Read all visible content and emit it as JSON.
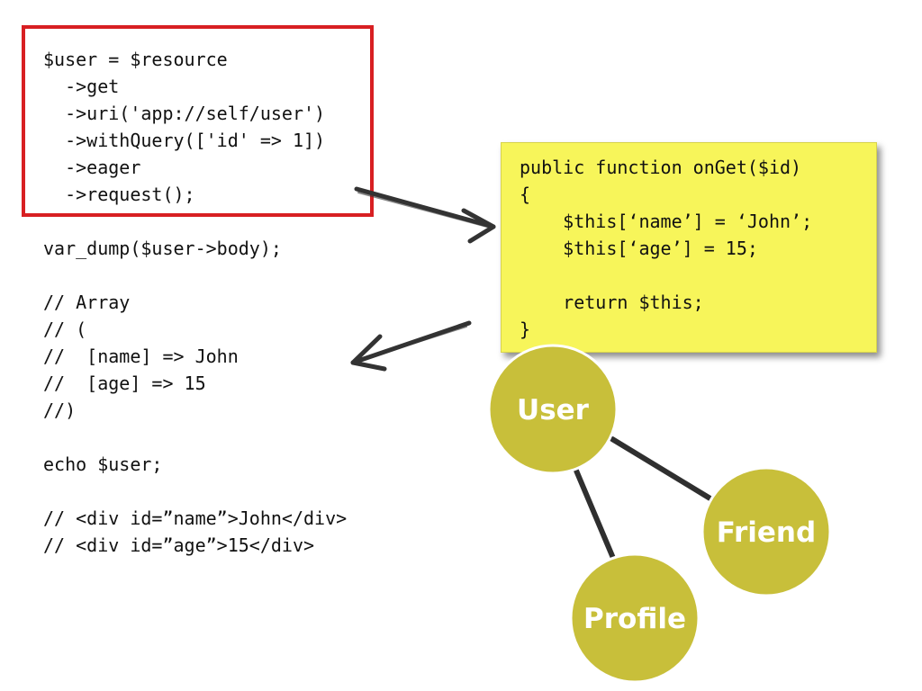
{
  "request_code": [
    "$user = $resource",
    "  ->get",
    "  ->uri('app://self/user')",
    "  ->withQuery(['id' => 1])",
    "  ->eager",
    "  ->request();"
  ],
  "output_code": [
    "var_dump($user->body);",
    "",
    "// Array",
    "// (",
    "//  [name] => John",
    "//  [age] => 15",
    "//)",
    "",
    "echo $user;",
    "",
    "// <div id=”name”>John</div>",
    "// <div id=”age”>15</div>"
  ],
  "handler_code": [
    "public function onGet($id)",
    "{",
    "    $this[‘name’] = ‘John’;",
    "    $this[‘age’] = 15;",
    "",
    "    return $this;",
    "}"
  ],
  "resource_graph": {
    "nodes": [
      {
        "id": "user",
        "label": "User"
      },
      {
        "id": "friend",
        "label": "Friend"
      },
      {
        "id": "profile",
        "label": "Profile"
      }
    ],
    "edges": [
      {
        "from": "user",
        "to": "friend"
      },
      {
        "from": "user",
        "to": "profile"
      }
    ]
  },
  "colors": {
    "request_border": "#d81f22",
    "handler_background": "#f7f55a",
    "node_fill": "#c8bf3a",
    "node_border": "#ffffff",
    "edge": "#2f2f2f",
    "arrow": "#333333"
  }
}
